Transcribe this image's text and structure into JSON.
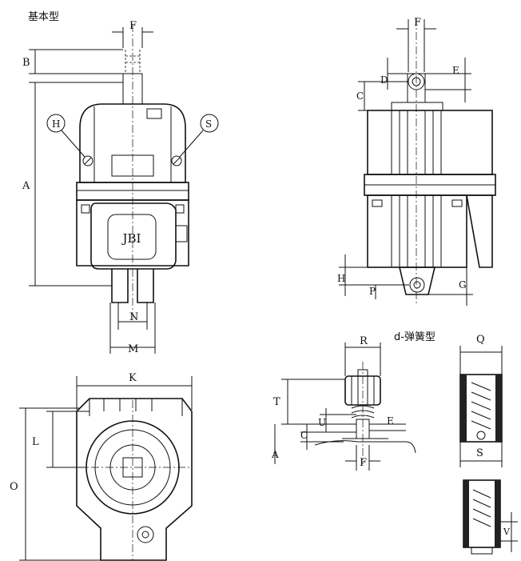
{
  "captions": {
    "basic_type": "基本型",
    "spring_type": "d-弹簧型"
  },
  "front_view": {
    "dims": {
      "F": "F",
      "B": "B",
      "A": "A",
      "N": "N",
      "M": "M"
    },
    "callouts": {
      "H": "H",
      "S": "S"
    },
    "nameplate": "JBI"
  },
  "side_view": {
    "dims": {
      "F": "F",
      "E": "E",
      "D": "D",
      "C": "C",
      "H": "H",
      "P": "P",
      "G": "G"
    }
  },
  "top_view": {
    "dims": {
      "K": "K",
      "L": "L",
      "O": "O"
    }
  },
  "spring_detail": {
    "dims": {
      "R": "R",
      "T": "T",
      "U": "U",
      "E": "E",
      "C": "C",
      "A": "A",
      "F": "F"
    }
  },
  "spring_side": {
    "dims": {
      "Q": "Q",
      "S": "S",
      "V": "V"
    }
  }
}
